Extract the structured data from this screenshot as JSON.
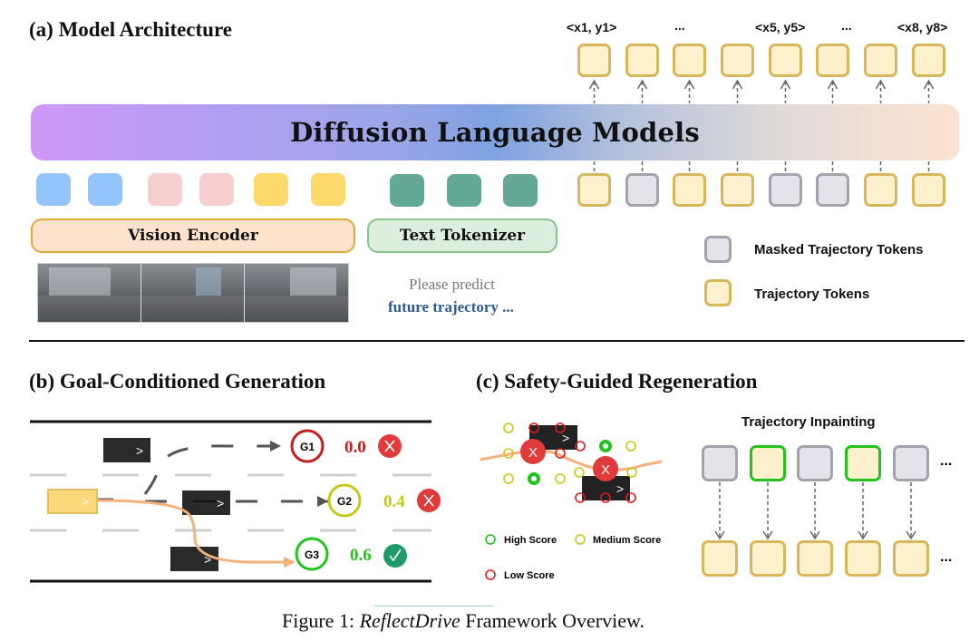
{
  "panel_a": {
    "title": "(a) Model Architecture",
    "backbone_label": "Diffusion Language Models",
    "output_labels": [
      "<x1, y1>",
      "...",
      "<x5, y5>",
      "...",
      "<x8, y8>"
    ],
    "output_tokens": [
      "trajectory",
      "trajectory",
      "trajectory",
      "trajectory",
      "trajectory",
      "trajectory",
      "trajectory",
      "trajectory"
    ],
    "input_tokens": [
      "trajectory",
      "masked",
      "trajectory",
      "trajectory",
      "masked",
      "masked",
      "trajectory",
      "trajectory"
    ],
    "vision_tokens": [
      {
        "color": "#93c5fb"
      },
      {
        "color": "#93c5fb"
      },
      {
        "color": "#f8cfd1"
      },
      {
        "color": "#f8cfd1"
      },
      {
        "color": "#fdd86a"
      },
      {
        "color": "#fdd86a"
      }
    ],
    "text_tokens": [
      {
        "color": "#64a898"
      },
      {
        "color": "#64a898"
      },
      {
        "color": "#64a898"
      }
    ],
    "vision_encoder_label": "Vision Encoder",
    "text_tokenizer_label": "Text Tokenizer",
    "camera_views": [
      "front-left",
      "front",
      "front-right"
    ],
    "prompt_line1": "Please predict",
    "prompt_line2": "future trajectory ...",
    "legend": [
      {
        "label": "Masked Trajectory Tokens",
        "type": "masked"
      },
      {
        "label": "Trajectory Tokens",
        "type": "trajectory"
      }
    ],
    "colors": {
      "trajectory_fill": "#fdf0cc",
      "trajectory_border": "#d8b65a",
      "masked_fill": "#e2e4ea",
      "masked_border": "#a2a3ab",
      "vision_encoder_fill": "#fde3cc",
      "vision_encoder_border": "#e0a83a",
      "text_tokenizer_fill": "#dcefdc",
      "text_tokenizer_border": "#8cc08a"
    }
  },
  "panel_b": {
    "title": "(b) Goal-Conditioned Generation",
    "goals": [
      {
        "label": "G1",
        "score": "0.0",
        "color": "#c81d1d",
        "result": "reject",
        "result_icon": "cross-icon"
      },
      {
        "label": "G2",
        "score": "0.4",
        "color": "#c9c81a",
        "result": "reject",
        "result_icon": "cross-icon"
      },
      {
        "label": "G3",
        "score": "0.6",
        "color": "#22c31d",
        "result": "accept",
        "result_icon": "check-icon"
      }
    ],
    "vehicle_glyph": ">",
    "colors": {
      "ego": "#fbd97a",
      "ego_border": "#e0c060",
      "other_vehicle": "#2a2a2a",
      "selected_path": "#f6b07a",
      "rejected_path": "#555555",
      "reject_badge": "#e03a3a",
      "accept_badge": "#1f9a6a"
    }
  },
  "panel_c": {
    "title": "(c) Safety-Guided Regeneration",
    "collision_glyph": "X",
    "legend": [
      {
        "label": "High Score",
        "color": "#22c31d"
      },
      {
        "label": "Medium Score",
        "color": "#c9c81a"
      },
      {
        "label": "Low Score",
        "color": "#e01b1b"
      }
    ],
    "inpainting_title": "Trajectory Inpainting",
    "inpainting_top": [
      "masked",
      "green",
      "masked",
      "green",
      "masked"
    ],
    "inpainting_bottom": [
      "trajectory",
      "trajectory",
      "trajectory",
      "trajectory",
      "trajectory"
    ],
    "ellipsis": "..."
  },
  "caption": {
    "prefix": "Figure 1: ",
    "name": "ReflectDrive",
    "suffix": " Framework Overview."
  }
}
